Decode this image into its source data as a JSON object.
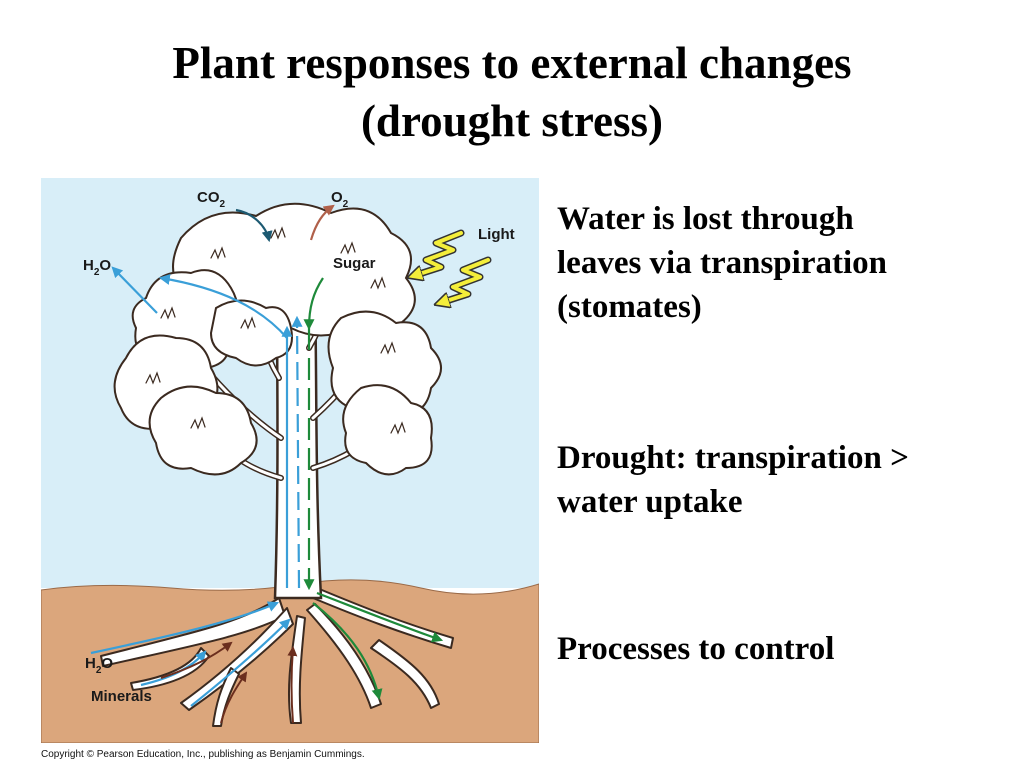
{
  "title": {
    "line1": "Plant responses to external changes",
    "line2": "(drought stress)"
  },
  "diagram": {
    "labels": {
      "co2_main": "CO",
      "co2_sub": "2",
      "o2_main": "O",
      "o2_sub": "2",
      "light": "Light",
      "h2o_leaf_main": "H",
      "h2o_leaf_sub": "2",
      "h2o_leaf_end": "O",
      "sugar": "Sugar",
      "h2o_root_main": "H",
      "h2o_root_sub": "2",
      "h2o_root_end": "O",
      "minerals": "Minerals"
    },
    "icons": [
      "tree-icon",
      "lightning-icon",
      "arrow-icon"
    ],
    "colors": {
      "sky": "#d8eef8",
      "soil": "#dba67c",
      "water_arrow": "#3a9fd8",
      "sugar_arrow": "#1e8a3a",
      "co2_arrow": "#1d5a72",
      "o2_arrow": "#b0604a",
      "mineral_arrow": "#6b2e1e",
      "lightning": "#f4ee3a"
    }
  },
  "bullets": [
    {
      "line1": "Water is lost through",
      "line2": "leaves via transpiration",
      "line3": "(stomates)"
    },
    {
      "line1": "Drought: transpiration >",
      "line2": "water uptake"
    },
    {
      "line1": "Processes to control"
    }
  ],
  "copyright": "Copyright © Pearson Education, Inc., publishing as Benjamin Cummings."
}
